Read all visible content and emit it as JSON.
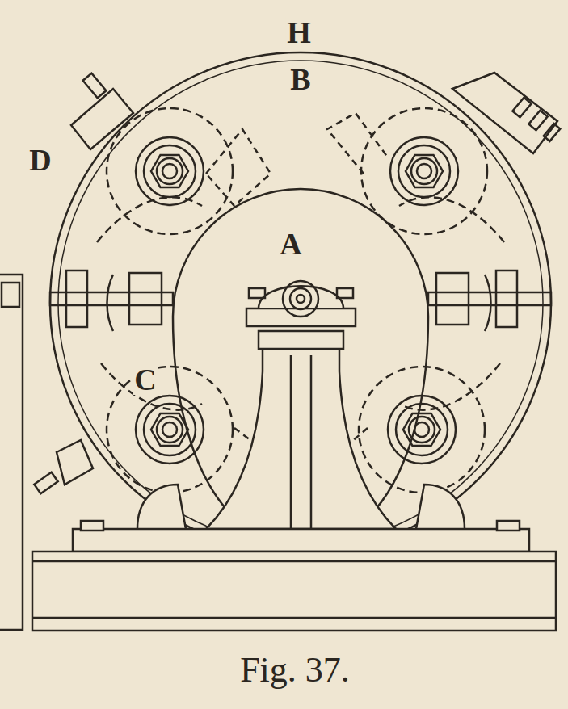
{
  "diagram": {
    "caption": "Fig. 37.",
    "labels": [
      "H",
      "B",
      "D",
      "A",
      "C"
    ]
  }
}
